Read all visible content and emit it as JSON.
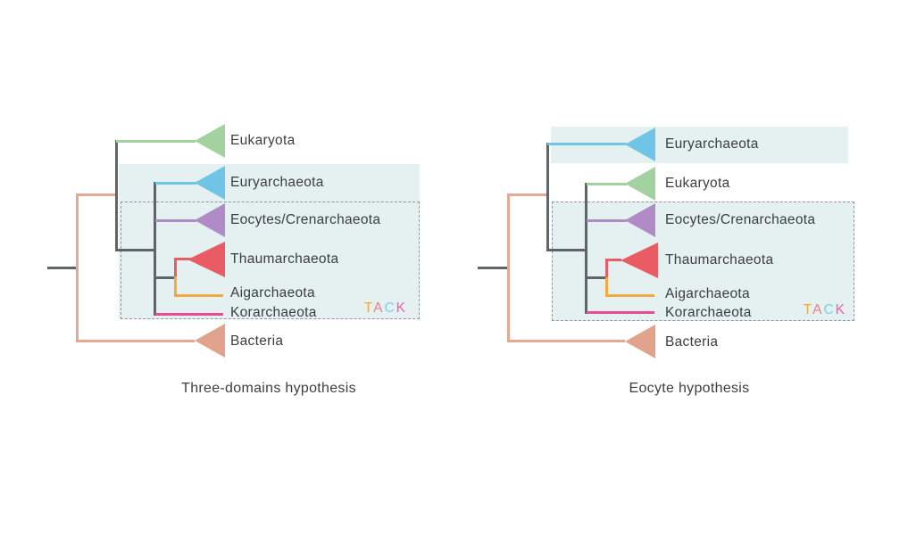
{
  "colors": {
    "page-bg": "#ffffff",
    "green": "#a3d2a0",
    "blue": "#70c5e6",
    "purple": "#b08bc5",
    "red": "#ea5c64",
    "orange": "#f2a93e",
    "magenta": "#ea4b95",
    "salmon": "#e2a38c",
    "salmon-line": "#e5a895",
    "line-gray": "#5f6468",
    "panel-fill": "#e5f0f1",
    "dash-border": "#909699",
    "text": "#3b3e41",
    "tack-t": "#f2a93e",
    "tack-a": "#ef8089",
    "tack-c": "#7fd1e8",
    "tack-k": "#ec63a5"
  },
  "panels": [
    {
      "caption": "Three-domains hypothesis",
      "taxa": [
        {
          "label": "Eukaryota"
        },
        {
          "label": "Euryarchaeota"
        },
        {
          "label": "Eocytes/Crenarchaeota"
        },
        {
          "label": "Thaumarchaeota"
        },
        {
          "label": "Aigarchaeota"
        },
        {
          "label": "Korarchaeota"
        },
        {
          "label": "Bacteria"
        }
      ],
      "tack": [
        {
          "ch": "T"
        },
        {
          "ch": "A"
        },
        {
          "ch": "C"
        },
        {
          "ch": "K"
        }
      ]
    },
    {
      "caption": "Eocyte hypothesis",
      "taxa": [
        {
          "label": "Euryarchaeota"
        },
        {
          "label": "Eukaryota"
        },
        {
          "label": "Eocytes/Crenarchaeota"
        },
        {
          "label": "Thaumarchaeota"
        },
        {
          "label": "Aigarchaeota"
        },
        {
          "label": "Korarchaeota"
        },
        {
          "label": "Bacteria"
        }
      ],
      "tack": [
        {
          "ch": "T"
        },
        {
          "ch": "A"
        },
        {
          "ch": "C"
        },
        {
          "ch": "K"
        }
      ]
    }
  ]
}
